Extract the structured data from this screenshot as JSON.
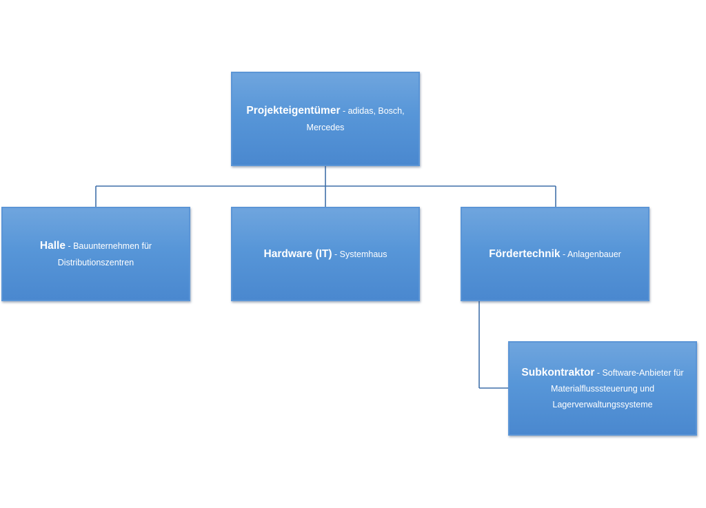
{
  "org_chart": {
    "root": {
      "title": "Projekteigentümer",
      "description": " - adidas, Bosch, Mercedes"
    },
    "children": [
      {
        "title": "Halle",
        "description": " - Bauunternehmen für Distributionszentren"
      },
      {
        "title": "Hardware (IT)",
        "description": " - Systemhaus"
      },
      {
        "title": "Fördertechnik",
        "description": " - Anlagenbauer"
      }
    ],
    "subcontractor": {
      "title": "Subkontraktor",
      "description": " - Software-Anbieter für Materialflusssteuerung und Lagerverwaltungssysteme"
    }
  },
  "colors": {
    "box_fill": "#5796d8",
    "box_border": "#5b95d6",
    "connector": "#3f6fa8",
    "text": "#ffffff"
  }
}
